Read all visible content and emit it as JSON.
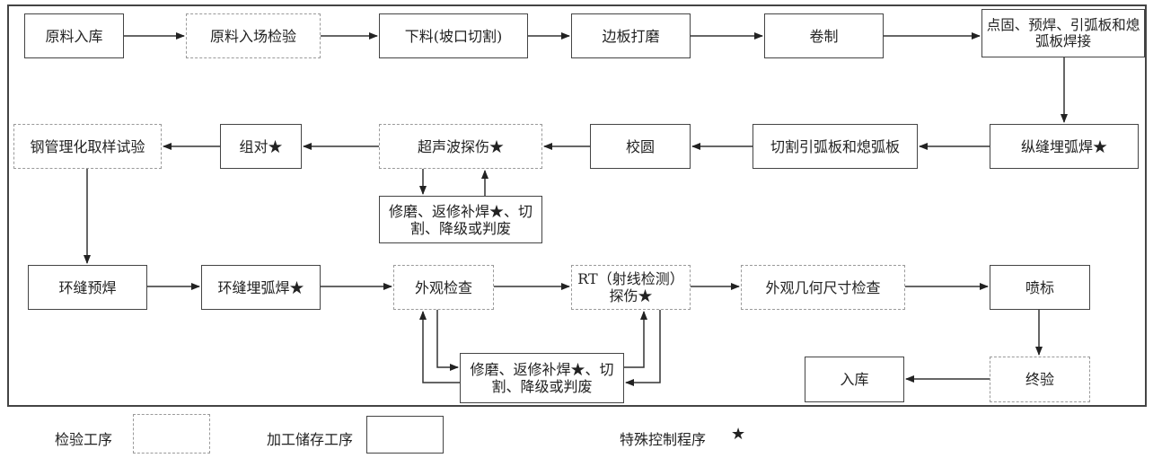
{
  "nodes": {
    "raw_storage": {
      "label": "原料入库",
      "type": "process"
    },
    "raw_inspection": {
      "label": "原料入场检验",
      "type": "inspection"
    },
    "cutting": {
      "label": "下料(坡口切割)",
      "type": "process"
    },
    "edge_grinding": {
      "label": "边板打磨",
      "type": "process"
    },
    "rolling": {
      "label": "卷制",
      "type": "process"
    },
    "tack_welding": {
      "label": "点固、预焊、引弧板和熄弧板焊接",
      "type": "process"
    },
    "long_saw": {
      "label": "纵缝埋弧焊★",
      "type": "process",
      "special": true
    },
    "cut_tabs": {
      "label": "切割引弧板和熄弧板",
      "type": "process"
    },
    "rounding": {
      "label": "校圆",
      "type": "process"
    },
    "ultrasonic": {
      "label": "超声波探伤★",
      "type": "inspection",
      "special": true
    },
    "repair_1": {
      "label": "修磨、返修补焊★、切割、降级或判废",
      "type": "process"
    },
    "assembly": {
      "label": "组对★",
      "type": "process",
      "special": true
    },
    "sampling_test": {
      "label": "钢管理化取样试验",
      "type": "inspection"
    },
    "girth_prewelding": {
      "label": "环缝预焊",
      "type": "process"
    },
    "girth_saw": {
      "label": "环缝埋弧焊★",
      "type": "process",
      "special": true
    },
    "visual_check": {
      "label": "外观检查",
      "type": "inspection"
    },
    "rt_check": {
      "label": "RT（射线检测）探伤★",
      "type": "inspection",
      "special": true
    },
    "repair_2": {
      "label": "修磨、返修补焊★、切割、降级或判废",
      "type": "process"
    },
    "dimension_check": {
      "label": "外观几何尺寸检查",
      "type": "inspection"
    },
    "marking": {
      "label": "喷标",
      "type": "process"
    },
    "final_inspection": {
      "label": "终验",
      "type": "inspection"
    },
    "warehousing": {
      "label": "入库",
      "type": "process"
    }
  },
  "edges": [
    [
      "raw_storage",
      "raw_inspection"
    ],
    [
      "raw_inspection",
      "cutting"
    ],
    [
      "cutting",
      "edge_grinding"
    ],
    [
      "edge_grinding",
      "rolling"
    ],
    [
      "rolling",
      "tack_welding"
    ],
    [
      "tack_welding",
      "long_saw"
    ],
    [
      "long_saw",
      "cut_tabs"
    ],
    [
      "cut_tabs",
      "rounding"
    ],
    [
      "rounding",
      "ultrasonic"
    ],
    [
      "ultrasonic",
      "repair_1"
    ],
    [
      "repair_1",
      "ultrasonic"
    ],
    [
      "ultrasonic",
      "assembly"
    ],
    [
      "assembly",
      "sampling_test"
    ],
    [
      "sampling_test",
      "girth_prewelding"
    ],
    [
      "girth_prewelding",
      "girth_saw"
    ],
    [
      "girth_saw",
      "visual_check"
    ],
    [
      "visual_check",
      "repair_2"
    ],
    [
      "repair_2",
      "visual_check"
    ],
    [
      "visual_check",
      "rt_check"
    ],
    [
      "rt_check",
      "repair_2"
    ],
    [
      "repair_2",
      "rt_check"
    ],
    [
      "rt_check",
      "dimension_check"
    ],
    [
      "dimension_check",
      "marking"
    ],
    [
      "marking",
      "final_inspection"
    ],
    [
      "final_inspection",
      "warehousing"
    ]
  ],
  "legend": {
    "inspection_label": "检验工序",
    "process_label": "加工储存工序",
    "special_label": "特殊控制程序",
    "special_symbol": "★"
  },
  "colors": {
    "solid_border": "#444444",
    "dashed_border": "#9a9a9a",
    "arrow": "#333333"
  }
}
